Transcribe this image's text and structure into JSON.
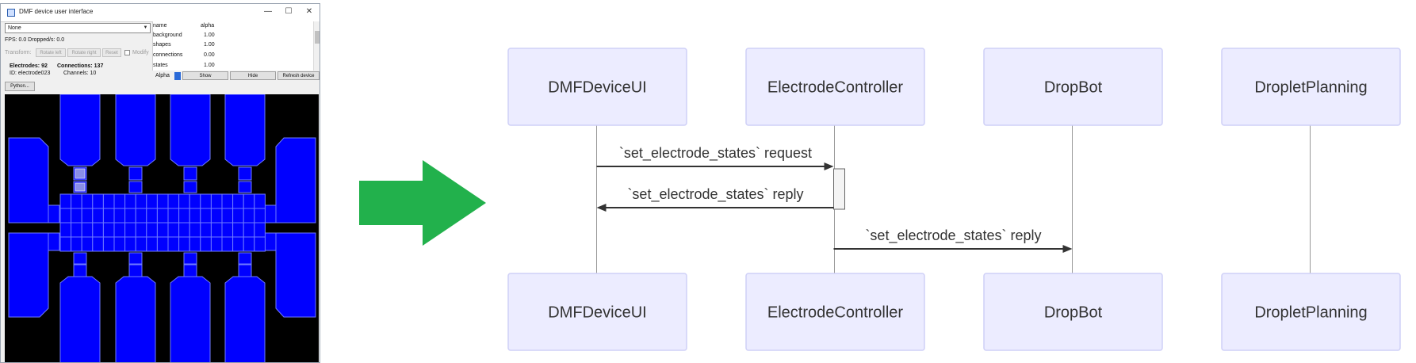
{
  "window": {
    "title": "DMF device user interface",
    "minimize_glyph": "—",
    "maximize_glyph": "☐",
    "close_glyph": "✕"
  },
  "controls": {
    "combo_value": "None",
    "fps_text": "FPS: 0.0  Dropped/s: 0.0",
    "transform_label": "Transform:",
    "rotate_left": "Rotate left",
    "rotate_right": "Rotate right",
    "reset": "Reset",
    "modify_label": "Modify",
    "electrodes_label": "Electrodes: 92",
    "connections_label": "Connections: 137",
    "id_label": "ID: electrode023",
    "channels_label": "Channels: 10",
    "python_button": "Python...",
    "alpha_label": "Alpha",
    "show_button": "Show",
    "hide_button": "Hide",
    "refresh_button": "Refresh device"
  },
  "layers_table": {
    "headers": [
      "name",
      "alpha"
    ],
    "rows": [
      {
        "name": "background",
        "alpha": "1.00"
      },
      {
        "name": "shapes",
        "alpha": "1.00"
      },
      {
        "name": "connections",
        "alpha": "0.00"
      },
      {
        "name": "states",
        "alpha": "1.00"
      }
    ]
  },
  "device_colors": {
    "electrode": "#0000ff",
    "selected": "#8a8ee8",
    "background": "#000000"
  },
  "arrow": {
    "color": "#22b14c"
  },
  "sequence": {
    "actors": [
      "DMFDeviceUI",
      "ElectrodeController",
      "DropBot",
      "DropletPlanning"
    ],
    "messages": [
      {
        "from": 0,
        "to": 1,
        "text": "`set_electrode_states` request"
      },
      {
        "from": 1,
        "to": 0,
        "text": "`set_electrode_states` reply"
      },
      {
        "from": 1,
        "to": 2,
        "text": "`set_electrode_states` reply"
      }
    ],
    "colors": {
      "actor_fill": "#ececff",
      "actor_stroke": "#cfd0f7",
      "text": "#333333"
    }
  }
}
